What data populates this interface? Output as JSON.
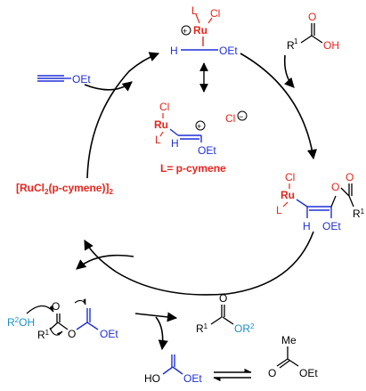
{
  "colors": {
    "ruthenium": "#e8241c",
    "alkyne": "#1f2fd6",
    "alcohol": "#1a8fc8",
    "ink": "#000000"
  },
  "catalyst": {
    "label": "[RuCl2(p-cymene)]2",
    "main": "[RuCl",
    "sub1": "2",
    "mid": "(p-cymene)]",
    "sub2": "2"
  },
  "ligand_note": "L= p-cymene",
  "reagents": {
    "alkyne_oet": "OEt",
    "acid_r": "R",
    "acid_r_sup": "1",
    "acid_o": "O",
    "acid_oh": "OH"
  },
  "complex_top": {
    "L": "L",
    "Cl": "Cl",
    "Ru": "Ru",
    "plus": "+",
    "H": "H",
    "OEt": "OEt"
  },
  "complex_mid": {
    "Cl": "Cl",
    "Ru": "Ru",
    "L": "L",
    "Cl_anion": "Cl",
    "minus": "−",
    "plus": "+",
    "H": "H",
    "OEt": "OEt"
  },
  "complex_right": {
    "Cl": "Cl",
    "Ru": "Ru",
    "L": "L",
    "O1": "O",
    "O2": "O",
    "R": "R",
    "R_sup": "1",
    "H": "H",
    "OEt": "OEt"
  },
  "bottom": {
    "r2oh_R": "R",
    "r2oh_sup": "2",
    "r2oh_OH": "OH",
    "ester_O": "O",
    "ester_R": "R",
    "ester_R_sup": "1",
    "ester_O2": "O",
    "ester_OEt": "OEt",
    "product_R": "R",
    "product_R_sup": "1",
    "product_O": "O",
    "product_OR": "OR",
    "product_OR_sup": "2",
    "enol_HO": "HO",
    "enol_OEt": "OEt",
    "acetate_Me": "Me",
    "acetate_O": "O",
    "acetate_OEt": "OEt"
  }
}
